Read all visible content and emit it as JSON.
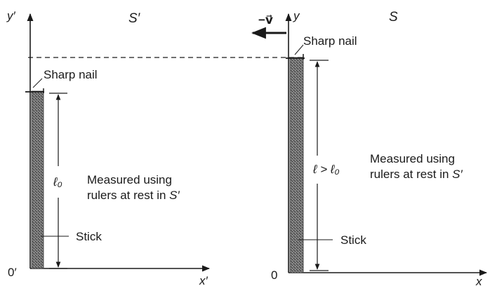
{
  "left_frame": {
    "frame_label": "S′",
    "y_axis_label": "y′",
    "x_axis_label": "x′",
    "origin_label": "0′",
    "nail_label": "Sharp nail",
    "stick_label": "Stick",
    "length_label": "ℓ₀",
    "note_line1": "Measured using",
    "note_line2_prefix": "rulers at rest in ",
    "note_line2_frame": "S′"
  },
  "right_frame": {
    "frame_label": "S",
    "y_axis_label": "y",
    "x_axis_label": "x",
    "origin_label": "0",
    "velocity_label": "−v⃗",
    "nail_label": "Sharp nail",
    "stick_label": "Stick",
    "length_label": "ℓ > ℓ₀",
    "note_line1": "Measured using",
    "note_line2_prefix": "rulers at rest in ",
    "note_line2_frame": "S′"
  }
}
